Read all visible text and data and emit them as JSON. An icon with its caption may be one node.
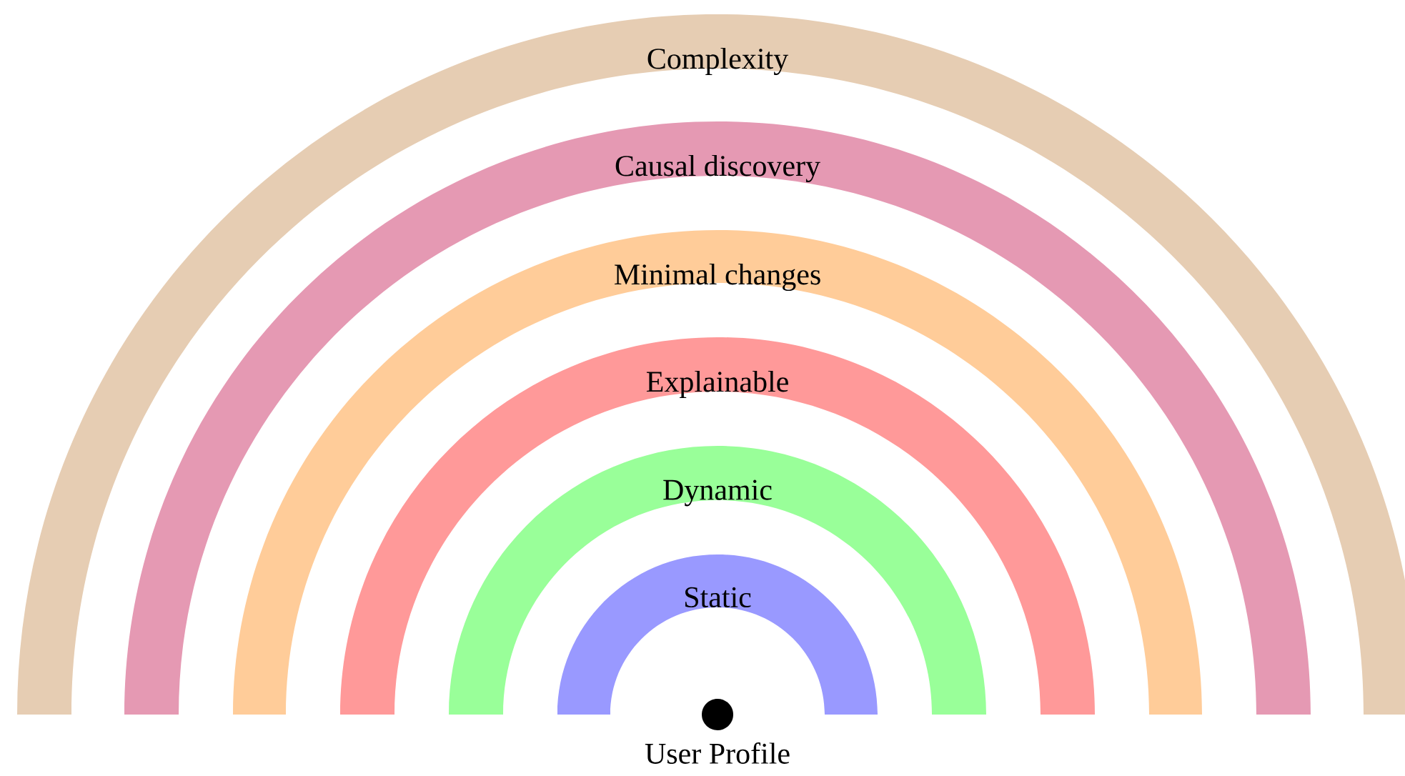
{
  "diagram": {
    "nodes": [
      {
        "text": [
          "Complexity"
        ]
      },
      {
        "text": [
          "Causal discovery"
        ]
      },
      {
        "text": [
          "Minimal changes"
        ]
      },
      {
        "text": [
          "Explainable"
        ]
      },
      {
        "text": [
          "Dynamic"
        ]
      },
      {
        "text": [
          "Static"
        ]
      },
      {
        "text": [],
        "shape": "circle",
        "beside": [
          "User Profile"
        ]
      }
    ]
  }
}
